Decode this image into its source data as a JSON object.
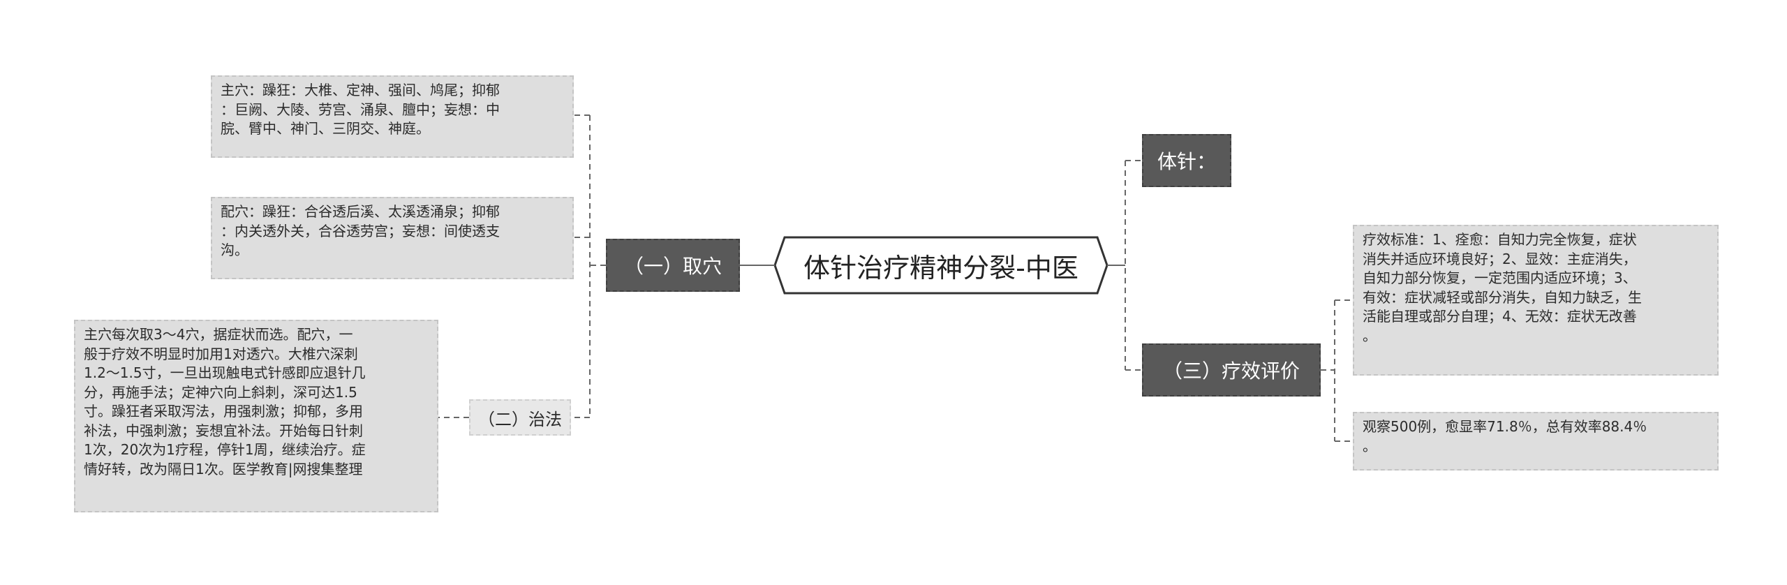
{
  "root": {
    "title": "体针治疗精神分裂-中医"
  },
  "branches": {
    "quxue": {
      "label": "（一）取穴"
    },
    "zhifa": {
      "label": "（二）治法"
    },
    "tizhen": {
      "label": "体针："
    },
    "liaoxiao": {
      "label": "（三）疗效评价"
    }
  },
  "leaves": {
    "zhuxue": "主穴：躁狂：大椎、定神、强间、鸠尾；抑郁\n：巨阙、大陵、劳宫、涌泉、膻中；妄想：中\n脘、臂中、神门、三阴交、神庭。",
    "peixue": "配穴：躁狂：合谷透后溪、太溪透涌泉；抑郁\n：内关透外关，合谷透劳宫；妄想：间使透支\n沟。",
    "zhifa_text": "主穴每次取3～4穴，据症状而选。配穴，一\n般于疗效不明显时加用1对透穴。大椎穴深刺\n1.2～1.5寸，一旦出现触电式针感即应退针几\n分，再施手法；定神穴向上斜刺，深可达1.5\n寸。躁狂者采取泻法，用强刺激；抑郁，多用\n补法，中强刺激；妄想宜补法。开始每日针刺\n1次，20次为1疗程，停针1周，继续治疗。症\n情好转，改为隔日1次。医学教育|网搜集整理",
    "biaozhun": "疗效标准：1、痊愈：自知力完全恢复，症状\n消失并适应环境良好；2、显效：主症消失，\n自知力部分恢复，一定范围内适应环境；3、\n有效：症状减轻或部分消失，自知力缺乏，生\n活能自理或部分自理；4、无效：症状无改善\n。",
    "guancha": "观察500例，愈显率71.8％，总有效率88.4％\n。"
  },
  "colors": {
    "line": "#666666",
    "branch_dark": "#595959",
    "leaf_bg": "#dedede",
    "root_border": "#333333"
  }
}
